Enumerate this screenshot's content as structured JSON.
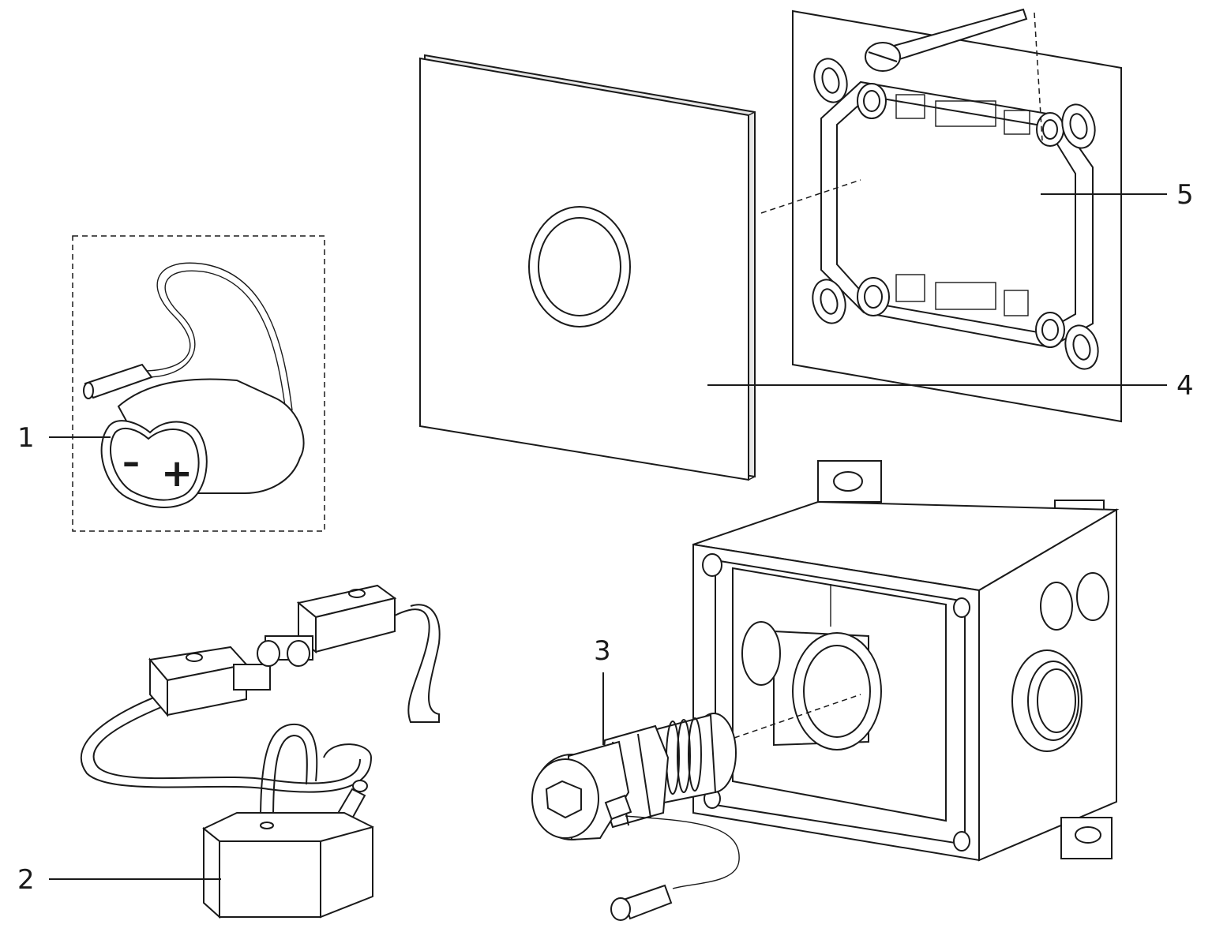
{
  "callouts": [
    {
      "id": "1",
      "text": "1",
      "part": "battery"
    },
    {
      "id": "2",
      "text": "2",
      "part": "power-supply-module"
    },
    {
      "id": "3",
      "text": "3",
      "part": "solenoid-valve"
    },
    {
      "id": "4",
      "text": "4",
      "part": "cover-plate"
    },
    {
      "id": "5",
      "text": "5",
      "part": "mounting-frame"
    }
  ],
  "battery_labels": {
    "minus": "–",
    "plus": "+"
  }
}
